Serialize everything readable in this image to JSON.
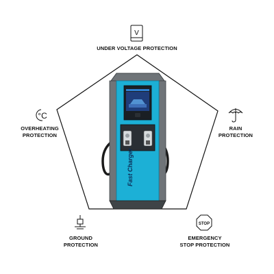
{
  "features": {
    "under_voltage": {
      "label": "UNDER VOLTAGE PROTECTION",
      "icon": "voltage-meter-icon",
      "icon_letter": "V"
    },
    "overheating": {
      "line1": "OVERHEATING",
      "line2": "PROTECTION",
      "icon": "celsius-thermometer-icon",
      "icon_text": "°C"
    },
    "rain": {
      "line1": "RAIN",
      "line2": "PROTECTION",
      "icon": "umbrella-icon"
    },
    "ground": {
      "line1": "GROUND",
      "line2": "PROTECTION",
      "icon": "ground-symbol-icon"
    },
    "emergency_stop": {
      "line1": "EMERGENCY",
      "line2": "STOP PROTECTION",
      "icon": "stop-sign-icon",
      "icon_text": "STOP"
    }
  },
  "charger": {
    "brand": "Fast Charger",
    "colors": {
      "body": "#1cb0d6",
      "frame": "#6f7478",
      "frame_dark": "#3f4447",
      "screen": "#1f3d7a",
      "cable": "#1a1a1a"
    }
  },
  "colors": {
    "outline": "#111111",
    "text": "#111111"
  }
}
